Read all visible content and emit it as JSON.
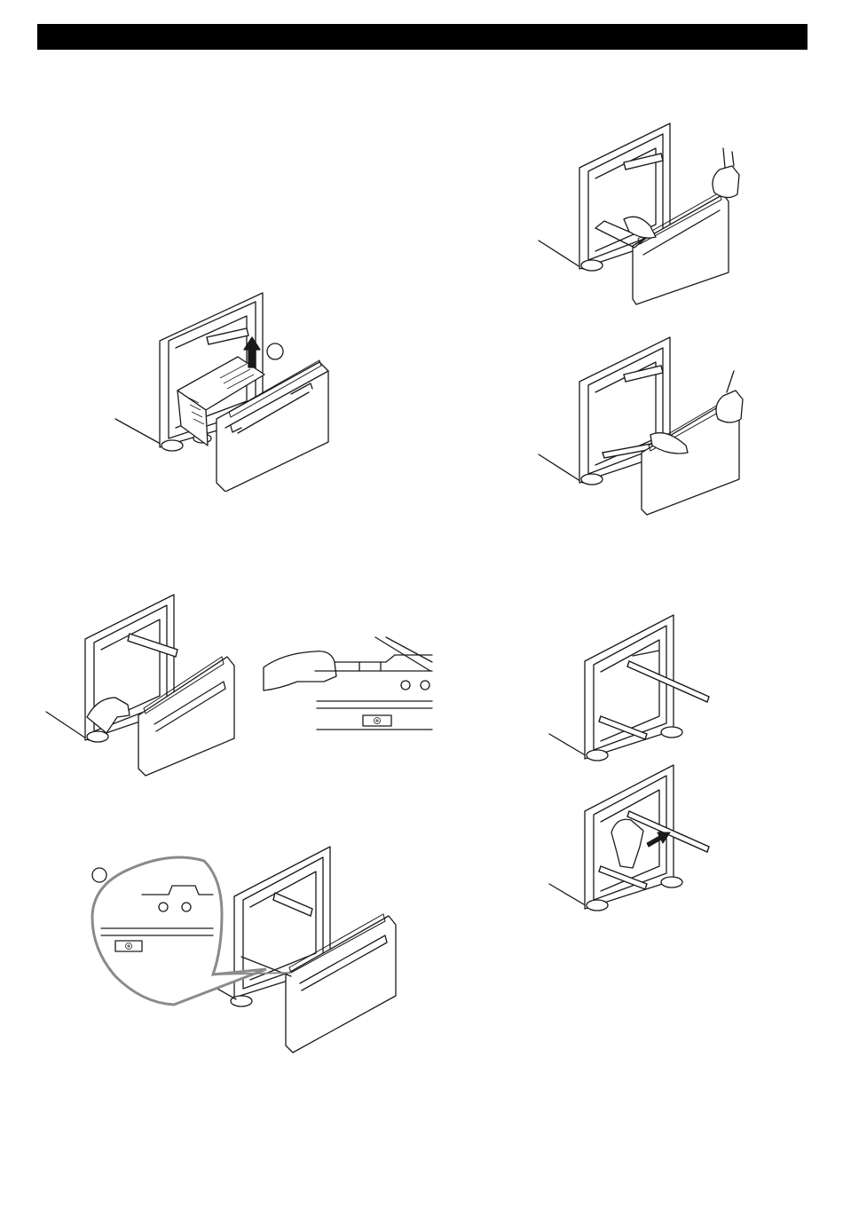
{
  "colors": {
    "header_bar": "#000000",
    "line": "#1a1a1a",
    "magnifier": "#8a8a8a"
  },
  "figures": [
    {
      "name": "fig-remove-basket",
      "callout": ""
    },
    {
      "name": "fig-lift-drawer-both-hands"
    },
    {
      "name": "fig-pull-drawer-off-rails"
    },
    {
      "name": "fig-release-clip"
    },
    {
      "name": "fig-clip-detail"
    },
    {
      "name": "fig-rails-extended"
    },
    {
      "name": "fig-push-rails-in"
    },
    {
      "name": "fig-clip-magnified",
      "callout": ""
    }
  ]
}
